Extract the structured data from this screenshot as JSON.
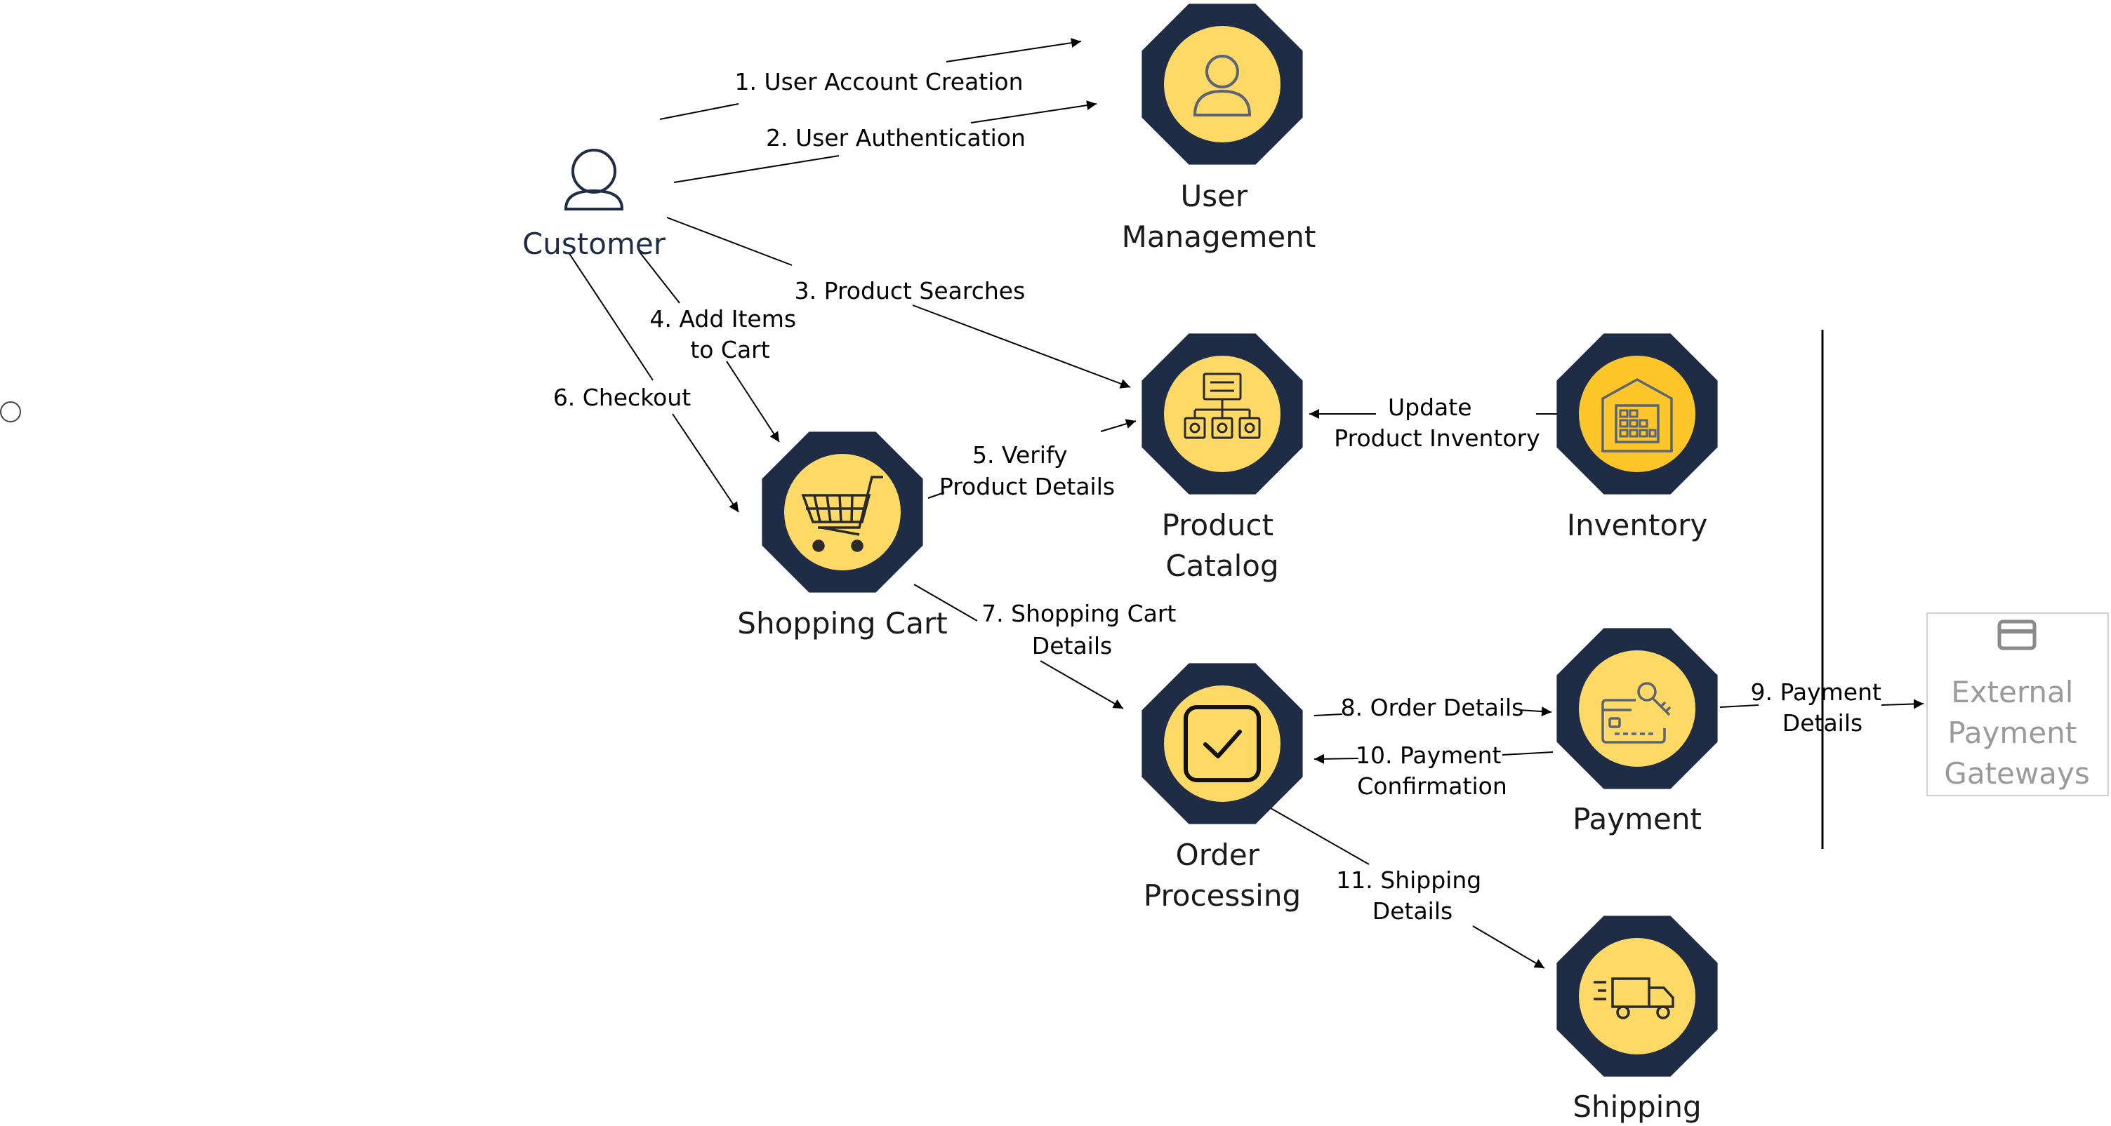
{
  "customer": {
    "label": "Customer",
    "icon": "user-icon"
  },
  "nodes": {
    "user_management": {
      "lines": [
        "User",
        "Management"
      ],
      "icon": "user-icon"
    },
    "product_catalog": {
      "lines": [
        "Product",
        "Catalog"
      ],
      "icon": "hierarchy-icon"
    },
    "inventory": {
      "lines": [
        "Inventory"
      ],
      "icon": "warehouse-icon"
    },
    "shopping_cart": {
      "lines": [
        "Shopping Cart"
      ],
      "icon": "shopping-cart-icon"
    },
    "order_processing": {
      "lines": [
        "Order",
        "Processing"
      ],
      "icon": "checkbox-icon"
    },
    "payment": {
      "lines": [
        "Payment"
      ],
      "icon": "credit-card-key-icon"
    },
    "shipping": {
      "lines": [
        "Shipping"
      ],
      "icon": "delivery-truck-icon"
    }
  },
  "external": {
    "lines": [
      "External",
      "Payment",
      "Gateways"
    ],
    "icon": "credit-card-icon"
  },
  "edges": {
    "e1": [
      "1. User Account Creation"
    ],
    "e2": [
      "2. User Authentication"
    ],
    "e3": [
      "3. Product Searches"
    ],
    "e4": [
      "4. Add Items",
      "to Cart"
    ],
    "e5": [
      "5. Verify",
      "Product Details"
    ],
    "e6": [
      "6. Checkout"
    ],
    "e7": [
      "7. Shopping Cart",
      "Details"
    ],
    "e8": [
      "8. Order Details"
    ],
    "e9": [
      "9. Payment",
      "Details"
    ],
    "e10": [
      "10. Payment",
      "Confirmation"
    ],
    "e11": [
      "11. Shipping",
      "Details"
    ],
    "eu": [
      "Update",
      "Product Inventory"
    ]
  },
  "colors": {
    "node_dark": "#1e2d45",
    "node_fill": "#ffd966",
    "inventory_fill": "#ffc629",
    "arrow": "#000000",
    "external_text": "#9a9a9a"
  }
}
